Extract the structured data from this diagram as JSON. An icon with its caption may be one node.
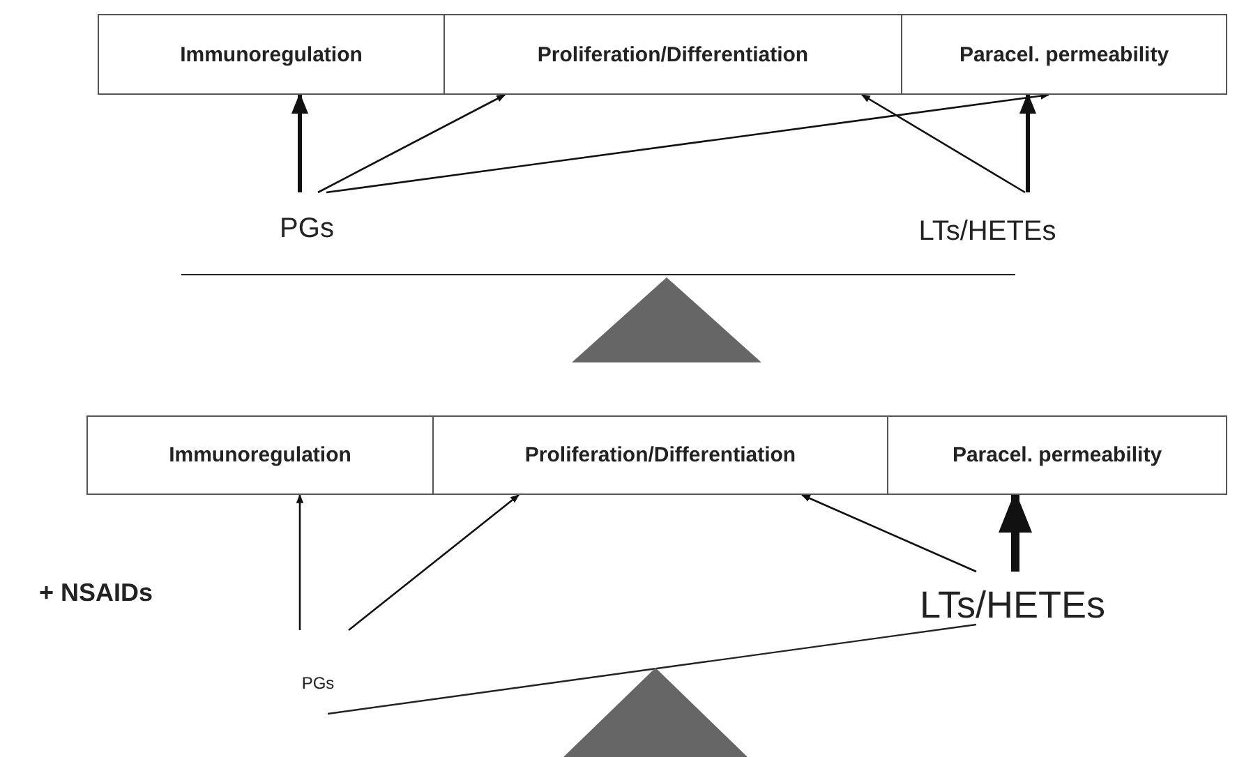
{
  "diagram": {
    "nodes": [
      {
        "text": [
          "Immunoregulation"
        ]
      },
      {
        "text": [
          "Proliferation/Differentiation"
        ]
      },
      {
        "text": [
          "Paracel. permeability"
        ]
      },
      {
        "text": [
          "PGs"
        ]
      },
      {
        "text": [
          "LTs/HETEs"
        ]
      },
      {
        "text": [
          "Immunoregulation"
        ]
      },
      {
        "text": [
          "Proliferation/Differentiation"
        ]
      },
      {
        "text": [
          "Paracel. permeability"
        ]
      },
      {
        "text": [
          "PGs"
        ]
      },
      {
        "text": [
          "LTs/HETEs"
        ]
      }
    ],
    "edges": [
      {
        "from": 3,
        "to": 0,
        "arrow": "to",
        "style": "thick"
      },
      {
        "from": 3,
        "to": 1,
        "arrow": "to"
      },
      {
        "from": 3,
        "to": 2,
        "arrow": "to"
      },
      {
        "from": 4,
        "to": 1,
        "arrow": "to"
      },
      {
        "from": 4,
        "to": 2,
        "arrow": "to",
        "style": "thick"
      },
      {
        "from": 8,
        "to": 5,
        "arrow": "to"
      },
      {
        "from": 8,
        "to": 6,
        "arrow": "to"
      },
      {
        "from": 9,
        "to": 6,
        "arrow": "to"
      },
      {
        "from": 9,
        "to": 7,
        "arrow": "to",
        "style": "thick"
      }
    ],
    "labels": [
      "+ NSAIDs"
    ]
  }
}
